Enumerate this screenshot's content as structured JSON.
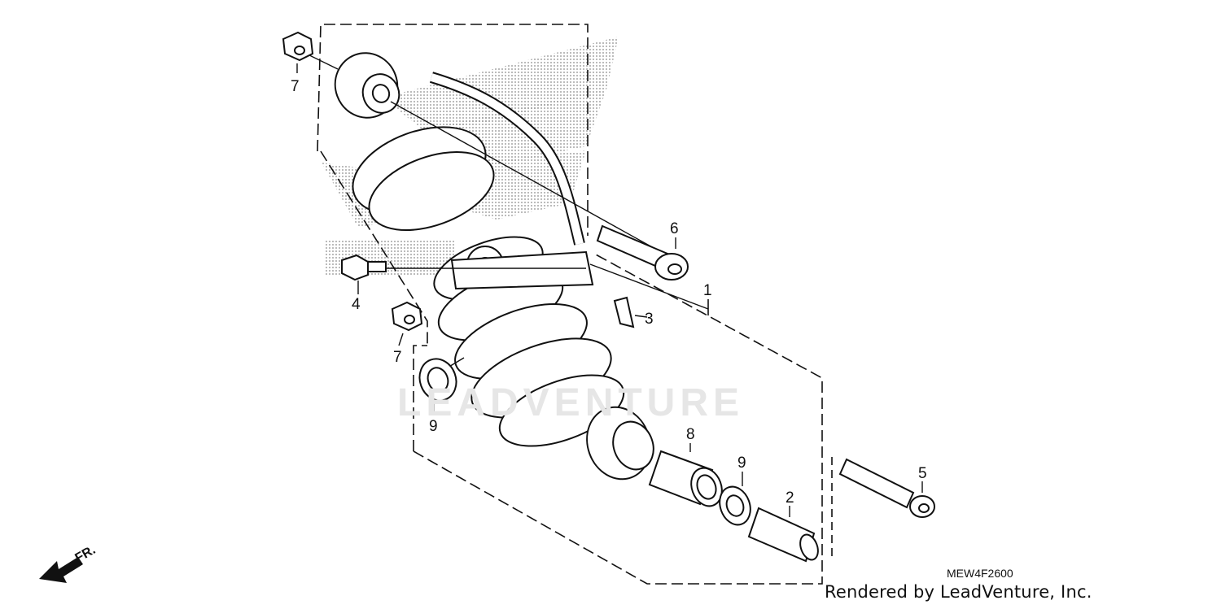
{
  "watermark": "LEADVENTURE",
  "ref_code": "MEW4F2600",
  "credit": "Rendered by LeadVenture, Inc.",
  "direction_label": "FR.",
  "callouts": {
    "c1": "1",
    "c2": "2",
    "c3": "3",
    "c4": "4",
    "c5": "5",
    "c6": "6",
    "c7a": "7",
    "c7b": "7",
    "c8": "8",
    "c9a": "9",
    "c9b": "9"
  },
  "colors": {
    "line": "#111111",
    "stipple": "#9a9a9a",
    "watermark": "#e6e6e6"
  }
}
